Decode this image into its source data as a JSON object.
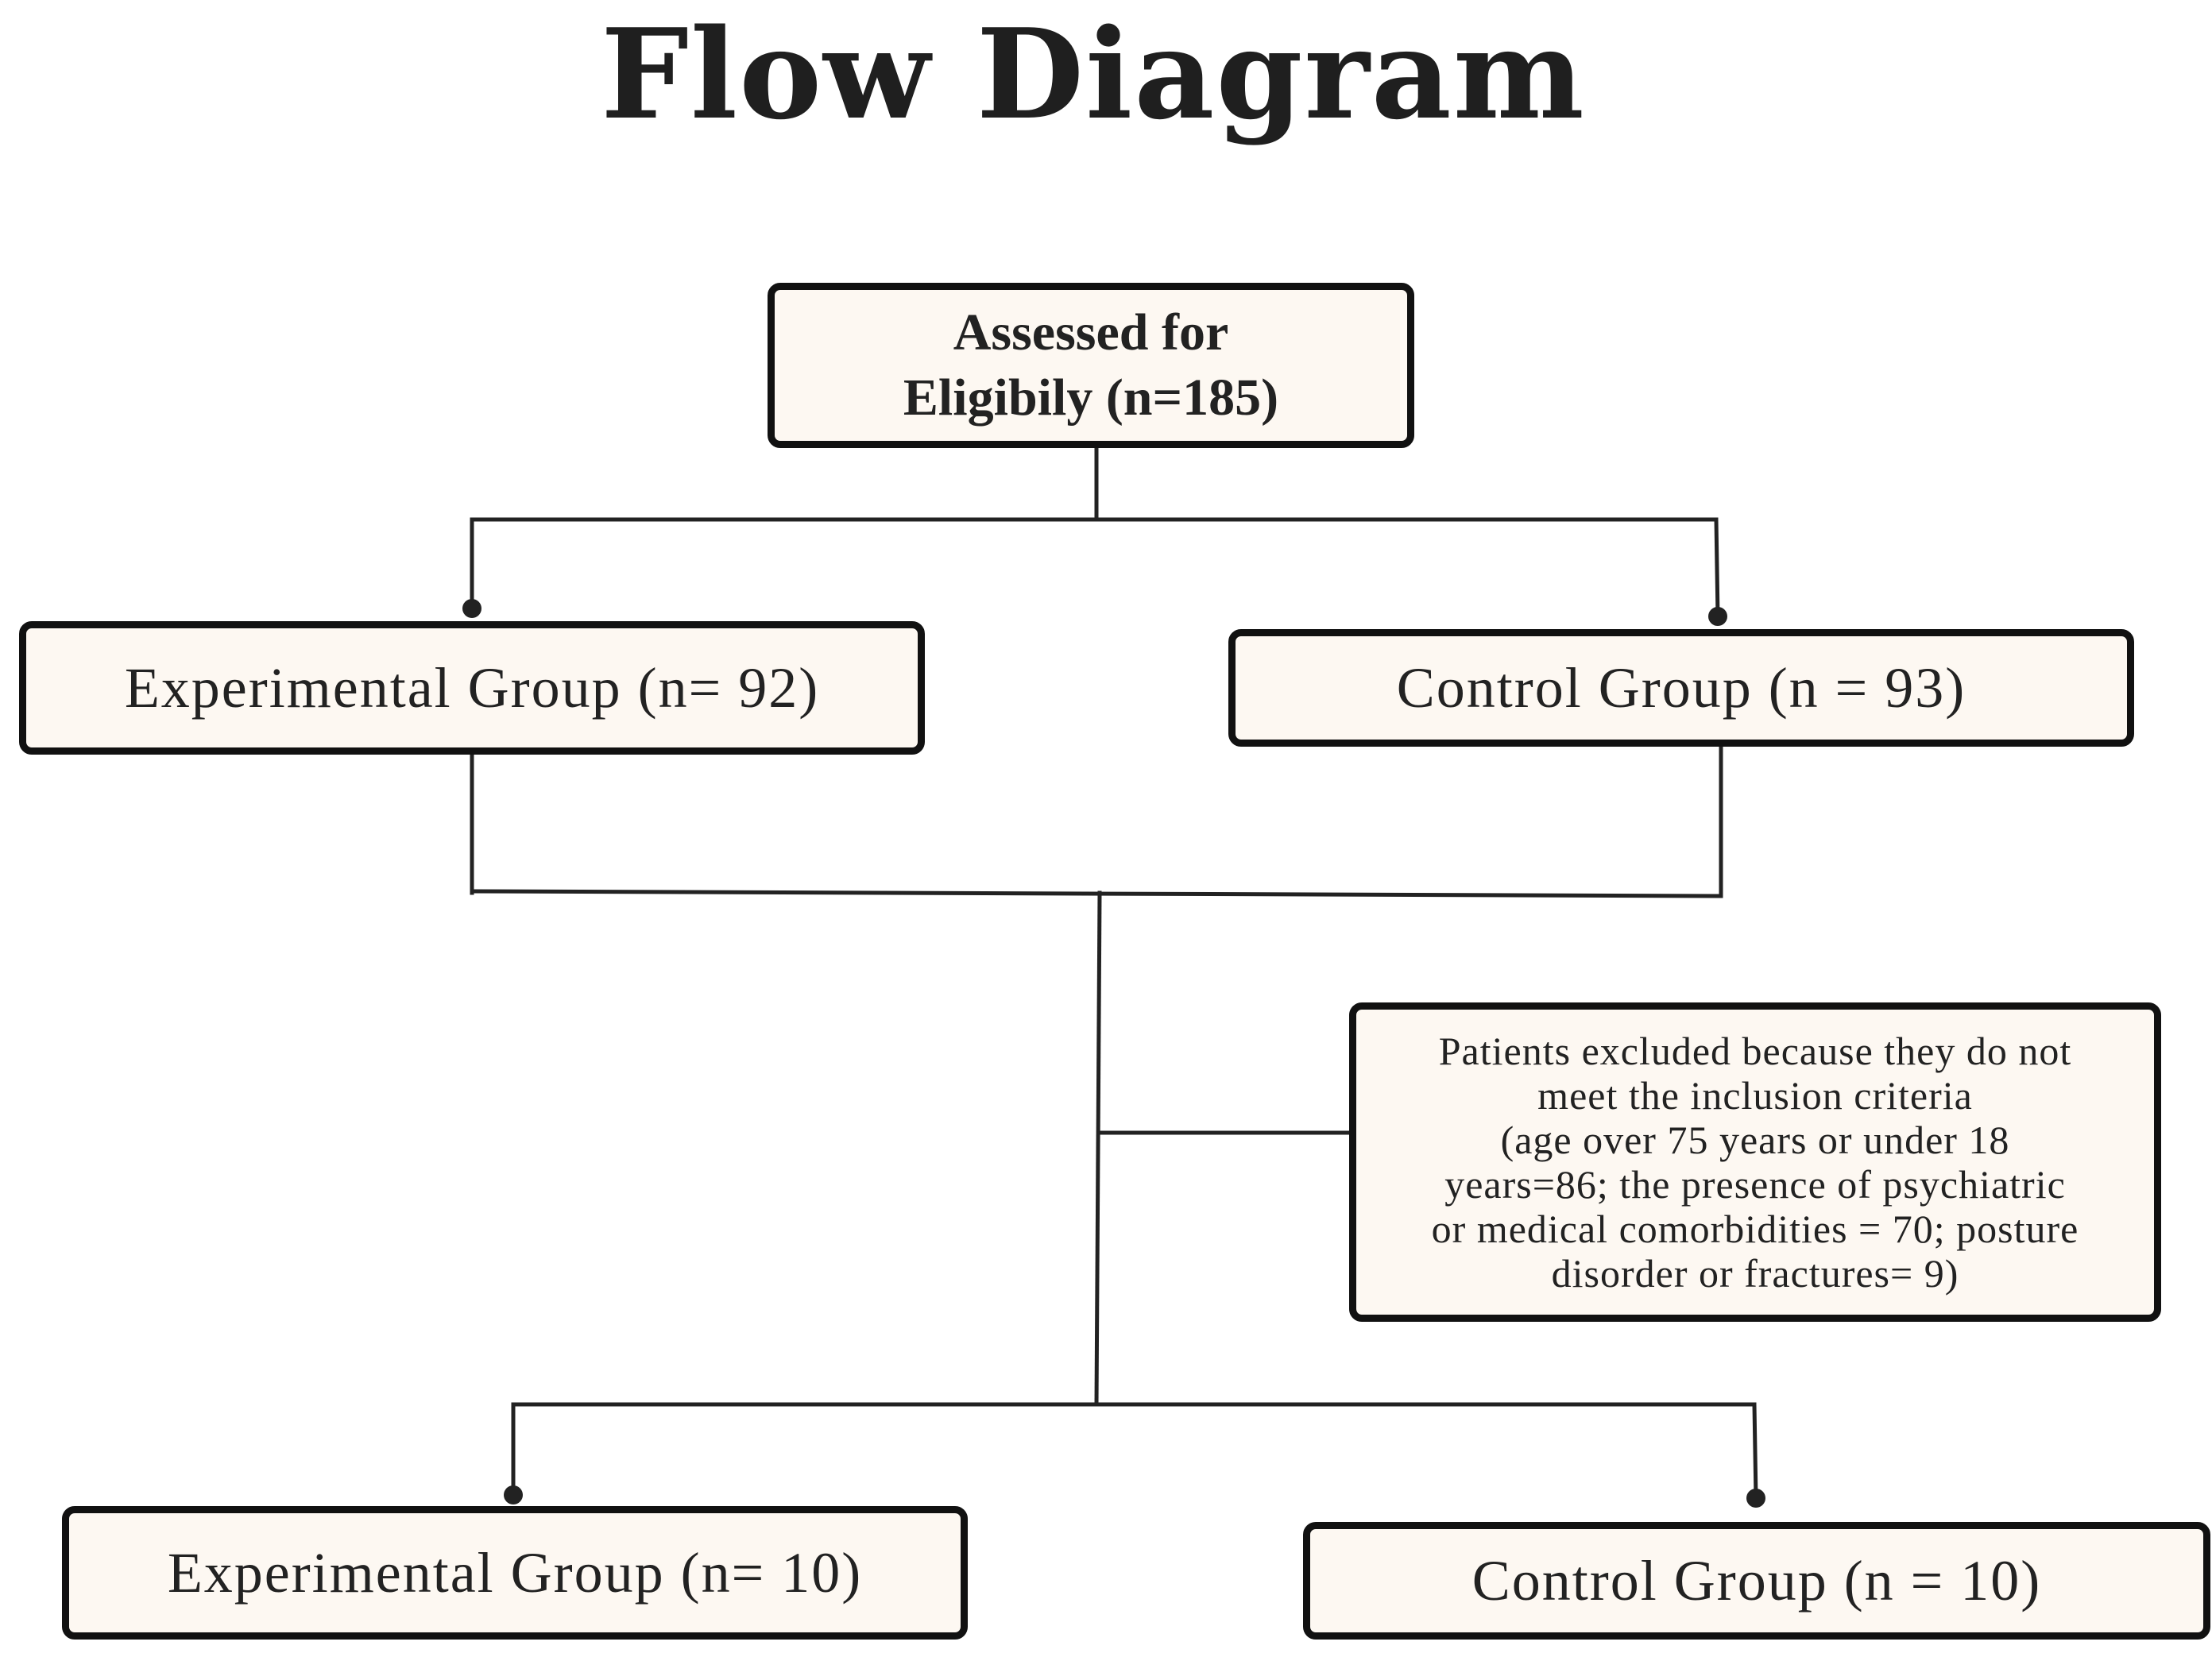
{
  "title": "Flow Diagram",
  "boxes": {
    "assessed": {
      "line1": "Assessed for",
      "line2": "Eligibily (n=185)"
    },
    "experimental_1": "Experimental Group (n= 92)",
    "control_1": "Control Group (n = 93)",
    "excluded": {
      "lines": [
        "Patients excluded because they do not",
        "meet the inclusion criteria",
        "(age over 75 years or under 18",
        "years=86; the presence of psychiatric",
        "or medical comorbidities = 70; posture",
        "disorder or fractures= 9)"
      ]
    },
    "experimental_2": "Experimental Group (n= 10)",
    "control_2": "Control Group (n = 10)"
  },
  "colors": {
    "box_fill": "#fdf8f2",
    "border": "#111111",
    "text": "#222222"
  }
}
